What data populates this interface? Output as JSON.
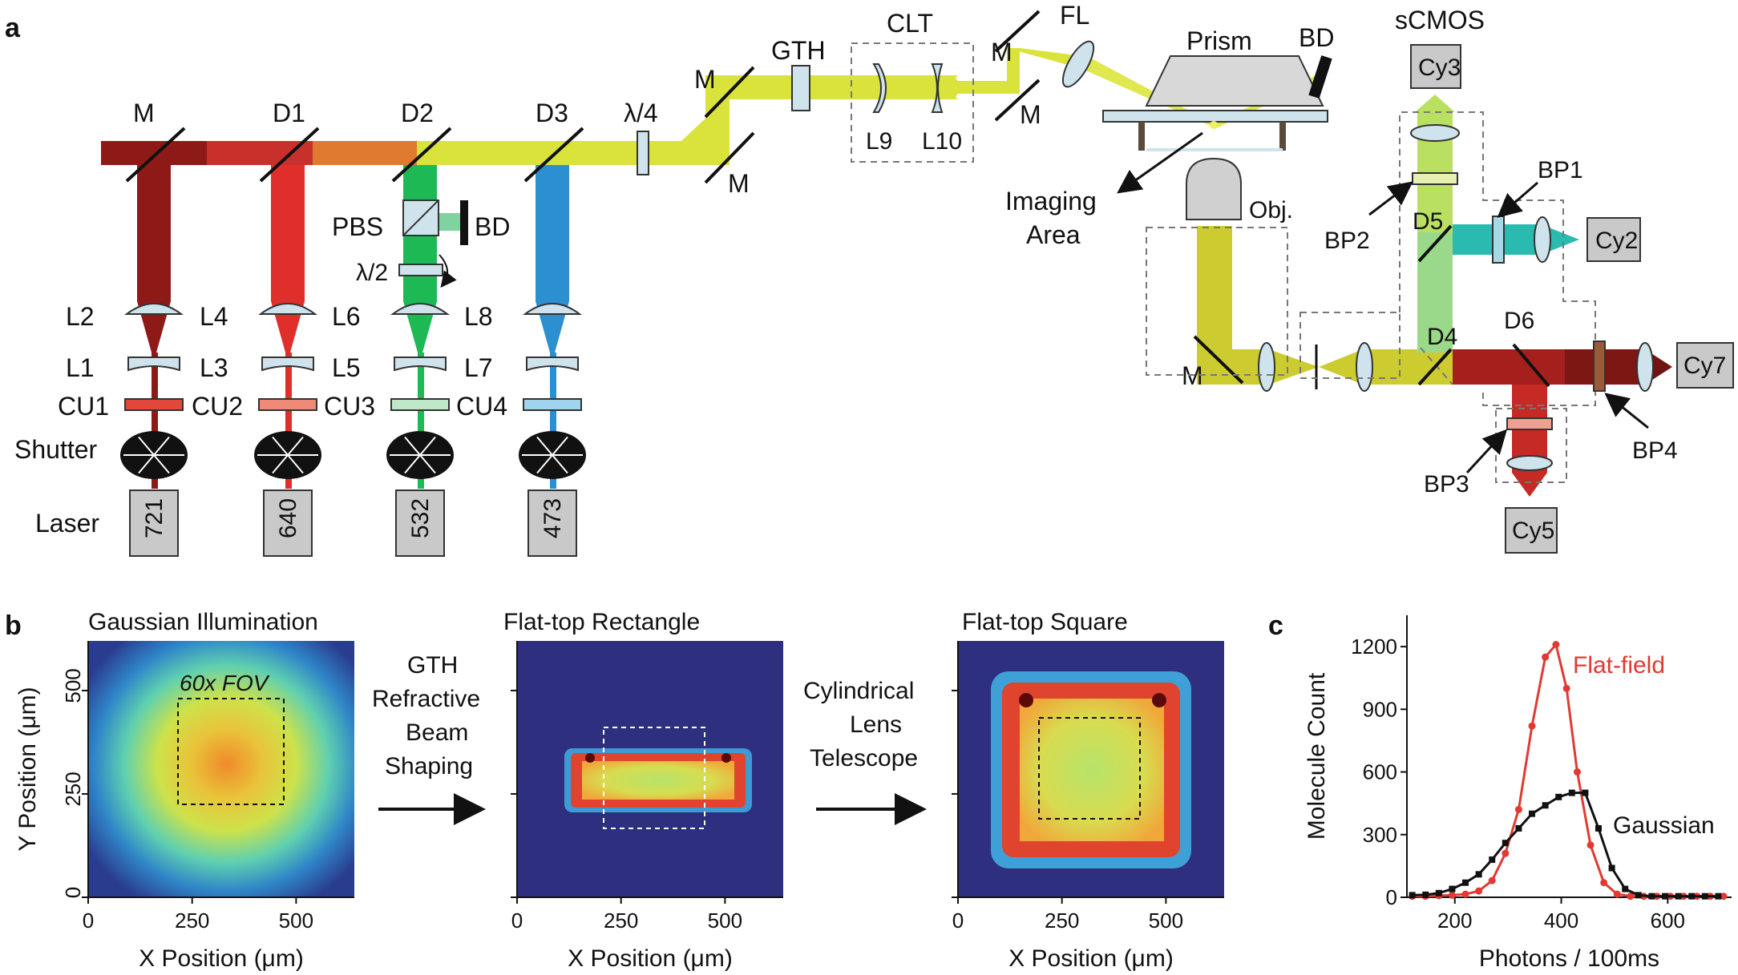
{
  "panel_labels": {
    "a": "a",
    "b": "b",
    "c": "c"
  },
  "colors": {
    "ir721": "#8e1a18",
    "red640": "#e02f2b",
    "green532": "#1db954",
    "blue473": "#2b8fd0",
    "orange": "#ec7a24",
    "yellow": "#d8e33a",
    "teal": "#2bbab0",
    "lightgreen": "#8fd98a",
    "cy5red": "#c62a25",
    "box": "#c9c9c9",
    "flatfield": "#e03a33",
    "gaussian": "#111111"
  },
  "panel_a": {
    "lasers": [
      {
        "wavelength": "721",
        "mirror": "M",
        "lens_top": "L2",
        "lens_bottom": "L1",
        "cleanup": "CU1"
      },
      {
        "wavelength": "640",
        "mirror": "D1",
        "lens_top": "L4",
        "lens_bottom": "L3",
        "cleanup": "CU2"
      },
      {
        "wavelength": "532",
        "mirror": "D2",
        "lens_top": "L6",
        "lens_bottom": "L5",
        "cleanup": "CU3"
      },
      {
        "wavelength": "473",
        "mirror": "D3",
        "lens_top": "L8",
        "lens_bottom": "L7",
        "cleanup": "CU4"
      }
    ],
    "shutter_label": "Shutter",
    "laser_label": "Laser",
    "pbs": "PBS",
    "bd_left": "BD",
    "half_wave": "λ/2",
    "quarter_wave": "λ/4",
    "mirror_m1": "M",
    "mirror_m2": "M",
    "gth": "GTH",
    "clt": "CLT",
    "l9": "L9",
    "l10": "L10",
    "mirror_m3": "M",
    "mirror_m4": "M",
    "fl": "FL",
    "prism": "Prism",
    "bd_right": "BD",
    "imaging_area": [
      "Imaging",
      "Area"
    ],
    "objective": "Obj.",
    "mirror_m5": "M",
    "scmos": "sCMOS",
    "cameras": {
      "cy3": "Cy3",
      "cy2": "Cy2",
      "cy7": "Cy7",
      "cy5": "Cy5"
    },
    "filters": {
      "bp1": "BP1",
      "bp2": "BP2",
      "bp3": "BP3",
      "bp4": "BP4"
    },
    "dichroics": {
      "d4": "D4",
      "d5": "D5",
      "d6": "D6"
    }
  },
  "panel_b": {
    "maps": [
      {
        "title": "Gaussian Illumination",
        "fov_label": "60x FOV"
      },
      {
        "title": "Flat-top Rectangle"
      },
      {
        "title": "Flat-top Square"
      }
    ],
    "arrow1": [
      "GTH",
      "Refractive",
      "Beam",
      "Shaping"
    ],
    "arrow2": [
      "Cylindrical",
      "Lens",
      "Telescope"
    ],
    "xlabel": "X Position (μm)",
    "ylabel": "Y Position (μm)",
    "x_ticks": [
      "0",
      "250",
      "500"
    ],
    "y_ticks": [
      "0",
      "250",
      "500"
    ]
  },
  "chart_data": {
    "type": "line",
    "xlabel": "Photons / 100ms",
    "ylabel": "Molecule Count",
    "xlim": [
      110,
      720
    ],
    "ylim": [
      0,
      1350
    ],
    "x_ticks": [
      200,
      400,
      600
    ],
    "y_ticks": [
      0,
      300,
      600,
      900,
      1200
    ],
    "series": [
      {
        "name": "Flat-field",
        "color": "#e03a33",
        "marker": "circle",
        "x": [
          120,
          145,
          170,
          195,
          220,
          245,
          270,
          295,
          320,
          345,
          370,
          390,
          410,
          430,
          455,
          480,
          505,
          530,
          555,
          580,
          605,
          630,
          655,
          680,
          705
        ],
        "y": [
          5,
          5,
          8,
          10,
          15,
          30,
          80,
          210,
          420,
          820,
          1150,
          1210,
          1000,
          600,
          250,
          70,
          15,
          5,
          5,
          5,
          5,
          5,
          5,
          5,
          5
        ]
      },
      {
        "name": "Gaussian",
        "color": "#111111",
        "marker": "square",
        "x": [
          120,
          145,
          170,
          195,
          220,
          245,
          270,
          295,
          320,
          345,
          370,
          395,
          420,
          445,
          470,
          495,
          520,
          545,
          570,
          595,
          620,
          645,
          670,
          695
        ],
        "y": [
          10,
          12,
          20,
          40,
          70,
          110,
          180,
          260,
          330,
          400,
          440,
          480,
          500,
          500,
          330,
          140,
          40,
          10,
          5,
          5,
          5,
          5,
          5,
          5
        ]
      }
    ]
  }
}
